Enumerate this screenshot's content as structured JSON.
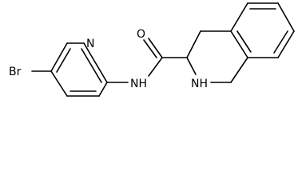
{
  "molecule": {
    "atoms": {
      "bromine": "Br",
      "pyridine_nitrogen": "N",
      "amide_nh": "NH",
      "carbonyl_oxygen": "O",
      "ring_nh": "NH"
    }
  }
}
